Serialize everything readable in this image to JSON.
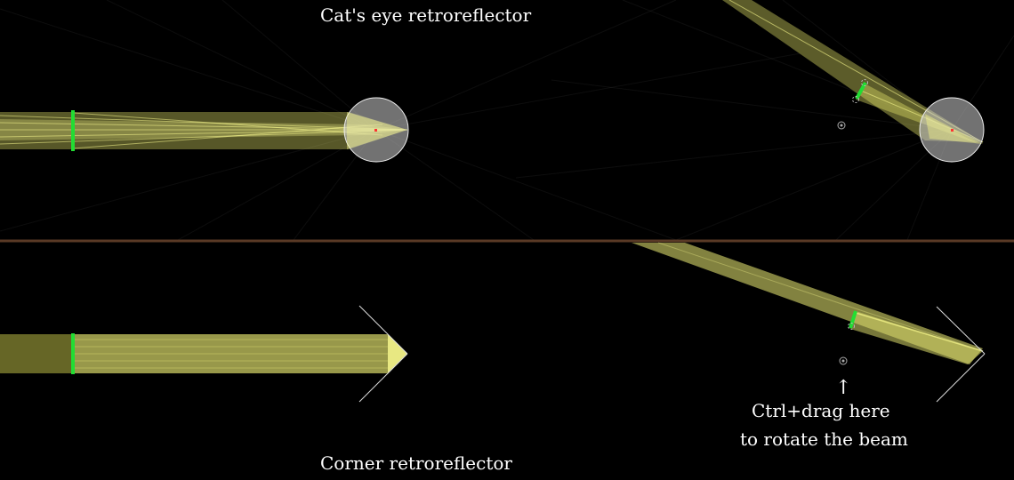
{
  "scene": {
    "background": "#000000",
    "divider_color": "#5a3a26",
    "beam_color": "#f2f27a",
    "source_color": "#22dd33",
    "ball_lens_color": "#d8d8d8",
    "focus_marker_color": "#ff3333"
  },
  "labels": {
    "cats_eye_title": "Cat's eye retroreflector",
    "corner_title": "Corner retroreflector",
    "hint_arrow": "↑",
    "hint_line1": "Ctrl+drag here",
    "hint_line2": "to rotate the beam"
  },
  "icons": {
    "rotate_handle_top": "rotation-center-icon",
    "rotate_handle_bottom": "rotation-center-icon"
  }
}
